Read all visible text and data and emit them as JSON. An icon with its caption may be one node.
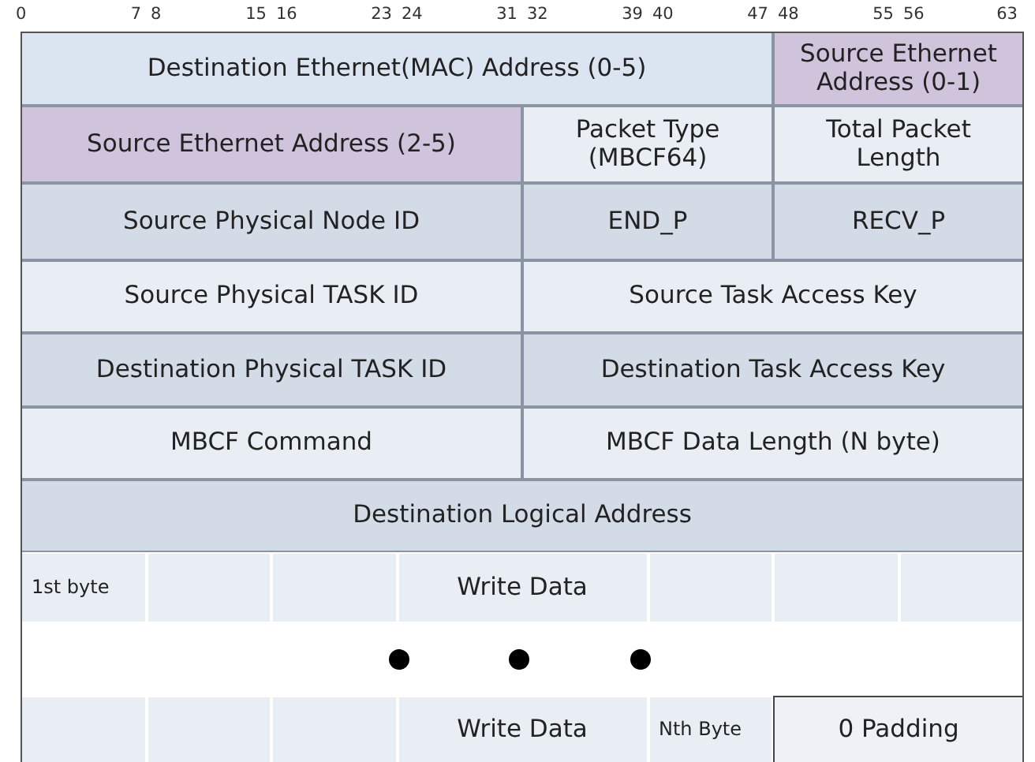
{
  "diagram": {
    "nodes": [
      {
        "text": [
          "Destination Ethernet(MAC) Address (0-5)"
        ]
      },
      {
        "text": [
          "Source Ethernet Address (0-1)"
        ]
      },
      {
        "text": [
          "Source Ethernet Address (2-5)"
        ]
      },
      {
        "text": [
          "Packet Type (MBCF64)"
        ]
      },
      {
        "text": [
          "Total Packet Length"
        ]
      },
      {
        "text": [
          "Source Physical Node ID"
        ]
      },
      {
        "text": [
          "END_P"
        ]
      },
      {
        "text": [
          "RECV_P"
        ]
      },
      {
        "text": [
          "Source Physical TASK ID"
        ]
      },
      {
        "text": [
          "Source Task Access Key"
        ]
      },
      {
        "text": [
          "Destination Physical TASK ID"
        ]
      },
      {
        "text": [
          "Destination Task Access Key"
        ]
      },
      {
        "text": [
          "MBCF Command"
        ]
      },
      {
        "text": [
          "MBCF Data Length (N byte)"
        ]
      },
      {
        "text": [
          "Destination Logical Address"
        ]
      },
      {
        "text": [
          "1st byte"
        ]
      },
      {
        "text": [
          "Write Data"
        ]
      },
      {
        "text": [
          "Write Data"
        ]
      },
      {
        "text": [
          "Nth Byte"
        ]
      },
      {
        "text": [
          "0 Padding"
        ]
      }
    ],
    "labels": [
      "0",
      "7",
      "8",
      "15",
      "16",
      "23",
      "24",
      "31",
      "32",
      "39",
      "40",
      "47",
      "48",
      "55",
      "56",
      "63"
    ]
  }
}
